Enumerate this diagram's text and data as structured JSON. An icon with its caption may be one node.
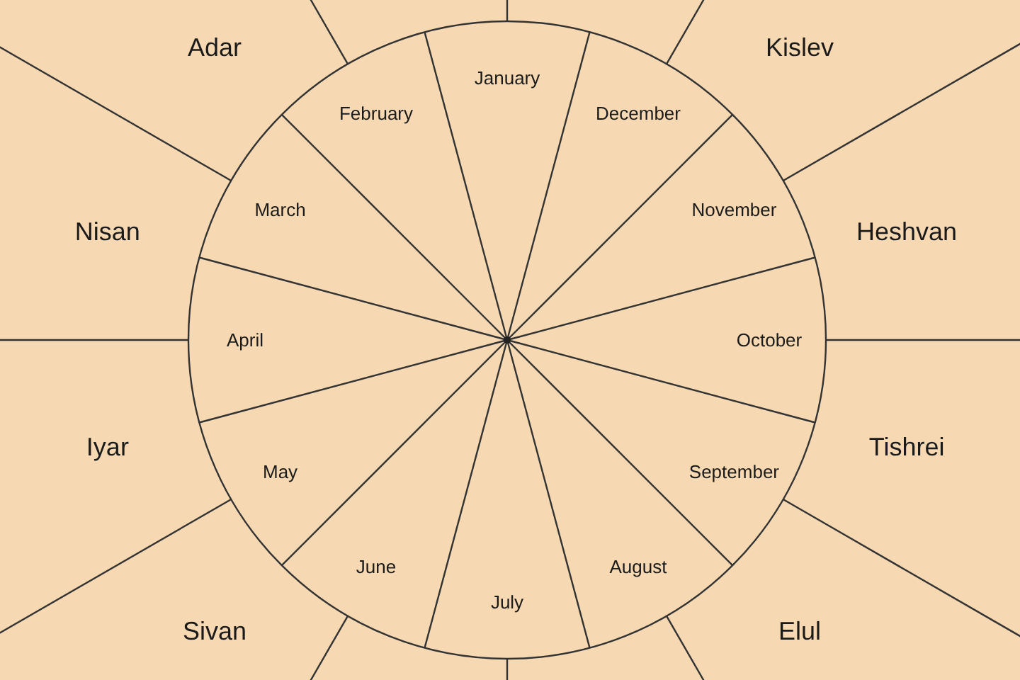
{
  "diagram": {
    "nodes": [
      {
        "text": [
          "Adar"
        ]
      },
      {
        "text": [
          "Kislev"
        ]
      },
      {
        "text": [
          "January"
        ]
      },
      {
        "text": [
          "February"
        ]
      },
      {
        "text": [
          "December"
        ]
      },
      {
        "text": [
          "March"
        ]
      },
      {
        "text": [
          "November"
        ]
      },
      {
        "text": [
          "Nisan"
        ]
      },
      {
        "text": [
          "Heshvan"
        ]
      },
      {
        "text": [
          "April"
        ]
      },
      {
        "text": [
          "October"
        ]
      },
      {
        "text": [
          "Tishrei"
        ]
      },
      {
        "text": [
          "Iyar"
        ]
      },
      {
        "text": [
          "May"
        ]
      },
      {
        "text": [
          "September"
        ]
      },
      {
        "text": [
          "June"
        ]
      },
      {
        "text": [
          "August"
        ]
      },
      {
        "text": [
          "July"
        ]
      },
      {
        "text": [
          "Sivan"
        ]
      },
      {
        "text": [
          "Elul"
        ]
      }
    ]
  }
}
